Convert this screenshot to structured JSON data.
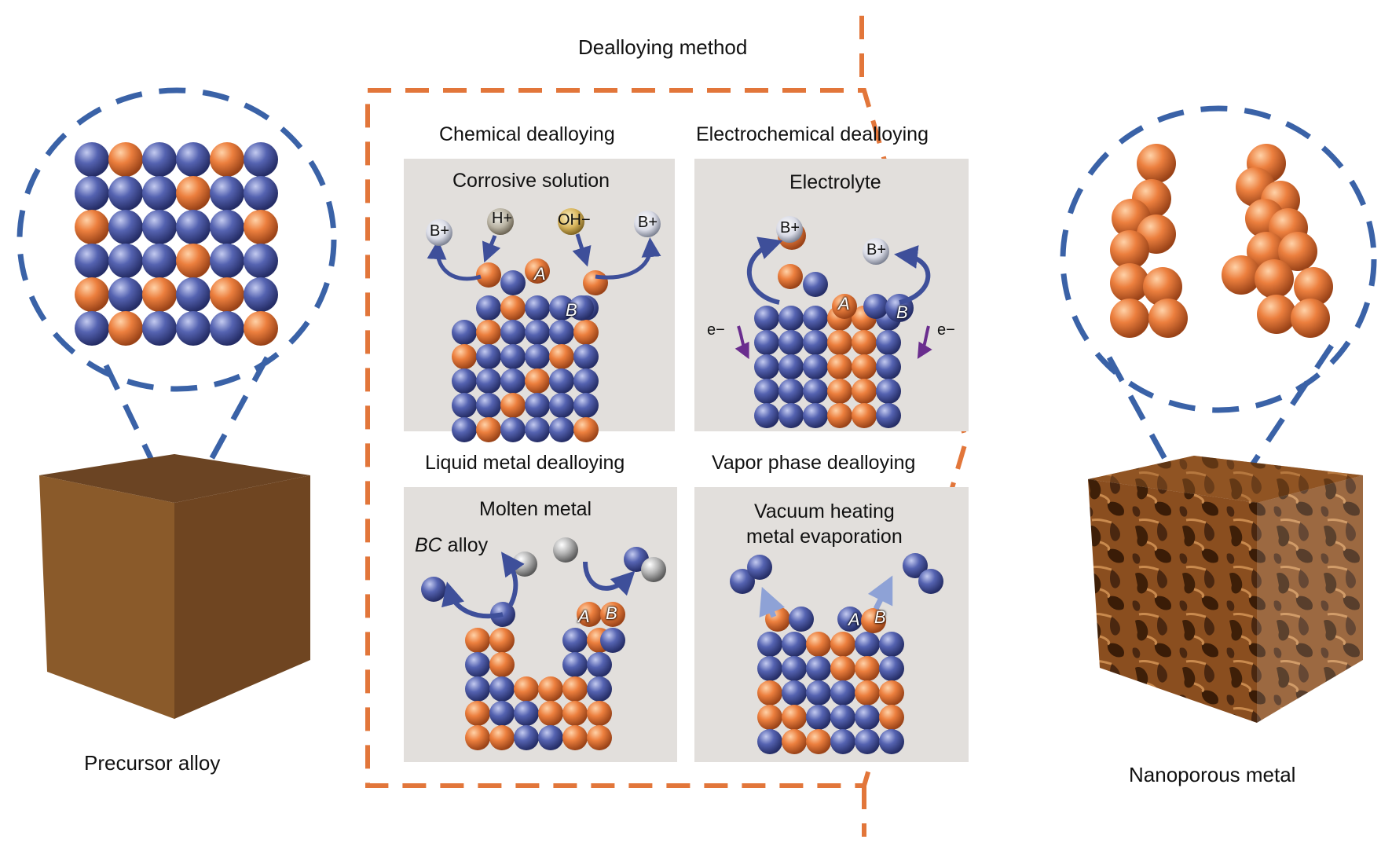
{
  "title": "Dealloying method",
  "left_label": "Precursor alloy",
  "right_label": "Nanoporous metal",
  "panels": [
    {
      "heading": "Chemical dealloying",
      "medium": "Corrosive solution",
      "ions": [
        "B+",
        "H+",
        "OH−",
        "B+"
      ],
      "atoms": [
        "A",
        "B"
      ]
    },
    {
      "heading": "Electrochemical dealloying",
      "medium": "Electrolyte",
      "ions": [
        "B+",
        "B+"
      ],
      "electrons": [
        "e−",
        "e−"
      ],
      "atoms": [
        "A",
        "B"
      ]
    },
    {
      "heading": "Liquid metal dealloying",
      "medium": "Molten metal",
      "alloy_label_italic": "BC",
      "alloy_label_rest": " alloy",
      "atoms": [
        "A",
        "B"
      ]
    },
    {
      "heading": "Vapor phase dealloying",
      "medium_line1": "Vacuum heating",
      "medium_line2": "metal evaporation",
      "atoms": [
        "A",
        "B"
      ]
    }
  ],
  "colors": {
    "A_atom": "#e8783a",
    "B_atom": "#4a5aa8",
    "C_atom": "#9a9a9a",
    "dash_blue": "#3a62a7",
    "dash_orange": "#e2763a",
    "panel_bg": "#e2dfdc",
    "cube_front": "#8a5a2a",
    "cube_top": "#6b4423"
  },
  "icons": [
    "atom-sphere-icon",
    "ion-bubble-icon",
    "curved-arrow-icon"
  ]
}
